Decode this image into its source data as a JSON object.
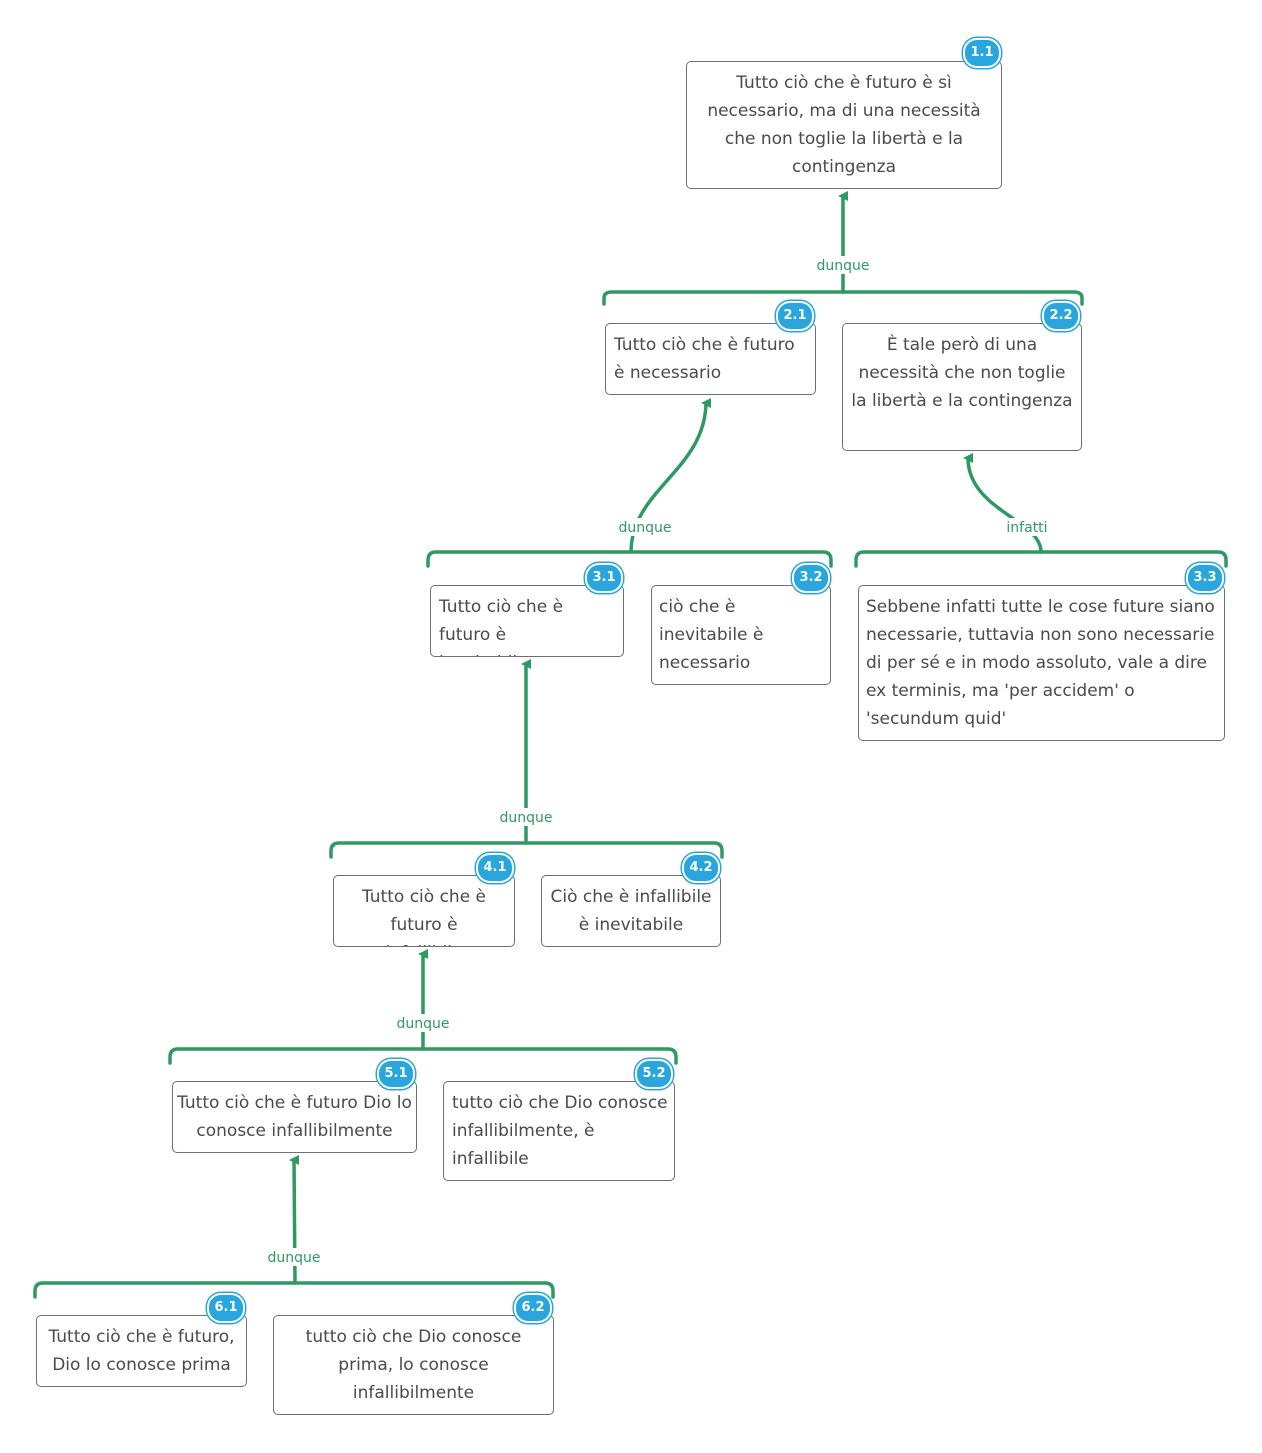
{
  "colors": {
    "connector": "#2e9a62",
    "badge": "#2aa6de",
    "node_border": "#6f6f6f",
    "node_text": "#4a4a4a"
  },
  "nodes": [
    {
      "id": "1.1",
      "text": "Tutto ciò che è futuro è sì necessario, ma di una necessità che non toglie la libertà e la contingenza"
    },
    {
      "id": "2.1",
      "text": "Tutto ciò che è futuro è necessario"
    },
    {
      "id": "2.2",
      "text": "È tale però di una necessità che non toglie la libertà e la contingenza"
    },
    {
      "id": "3.1",
      "text": "Tutto ciò che è futuro è inevitabile"
    },
    {
      "id": "3.2",
      "text": "ciò che è inevitabile è necessario"
    },
    {
      "id": "3.3",
      "text": "Sebbene infatti tutte le cose future siano necessarie, tuttavia non sono necessarie di per sé e in modo assoluto, vale a dire ex terminis, ma 'per accidem' o 'secundum quid'"
    },
    {
      "id": "4.1",
      "text": "Tutto ciò che è futuro è infallibile"
    },
    {
      "id": "4.2",
      "text": "Ciò che è infallibile è inevitabile"
    },
    {
      "id": "5.1",
      "text": "Tutto ciò che è futuro Dio lo conosce infallibilmente"
    },
    {
      "id": "5.2",
      "text": "tutto ciò che Dio conosce infallibilmente, è infallibile"
    },
    {
      "id": "6.1",
      "text": "Tutto ciò che è futuro, Dio lo conosce prima"
    },
    {
      "id": "6.2",
      "text": "tutto ciò che Dio conosce prima, lo conosce infallibilmente"
    }
  ],
  "connectors": [
    {
      "from_group": [
        "2.1",
        "2.2"
      ],
      "to": "1.1",
      "label": "dunque"
    },
    {
      "from_group": [
        "3.1",
        "3.2"
      ],
      "to": "2.1",
      "label": "dunque"
    },
    {
      "from_group": [
        "3.3"
      ],
      "to": "2.2",
      "label": "infatti"
    },
    {
      "from_group": [
        "4.1",
        "4.2"
      ],
      "to": "3.1",
      "label": "dunque"
    },
    {
      "from_group": [
        "5.1",
        "5.2"
      ],
      "to": "4.1",
      "label": "dunque"
    },
    {
      "from_group": [
        "6.1",
        "6.2"
      ],
      "to": "5.1",
      "label": "dunque"
    }
  ]
}
